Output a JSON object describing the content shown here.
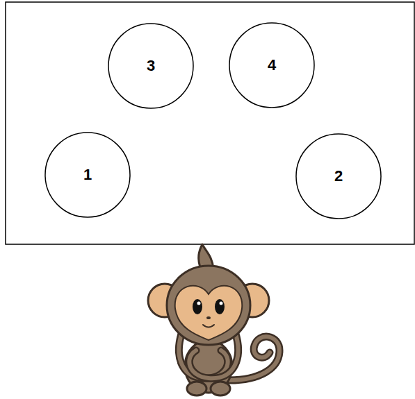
{
  "diagram": {
    "nodes": [
      {
        "text": [
          "3"
        ]
      },
      {
        "text": [
          "4"
        ]
      },
      {
        "text": [
          "1"
        ]
      },
      {
        "text": [
          "2"
        ]
      }
    ]
  }
}
